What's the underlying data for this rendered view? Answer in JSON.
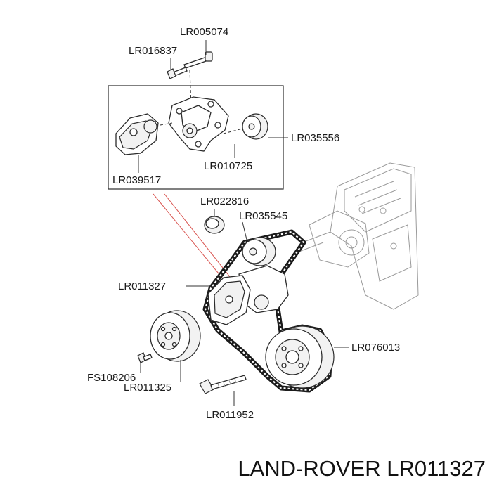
{
  "title": "LAND-ROVER LR011327",
  "parts": {
    "p1": "LR005074",
    "p2": "LR016837",
    "p3": "LR035556",
    "p4": "LR010725",
    "p5": "LR039517",
    "p6": "LR022816",
    "p7": "LR035545",
    "p8": "LR011327",
    "p9": "LR076013",
    "p10": "FS108206",
    "p11": "LR011325",
    "p12": "LR011952"
  },
  "colors": {
    "highlight_line": "#d9534f",
    "line": "#333333"
  }
}
